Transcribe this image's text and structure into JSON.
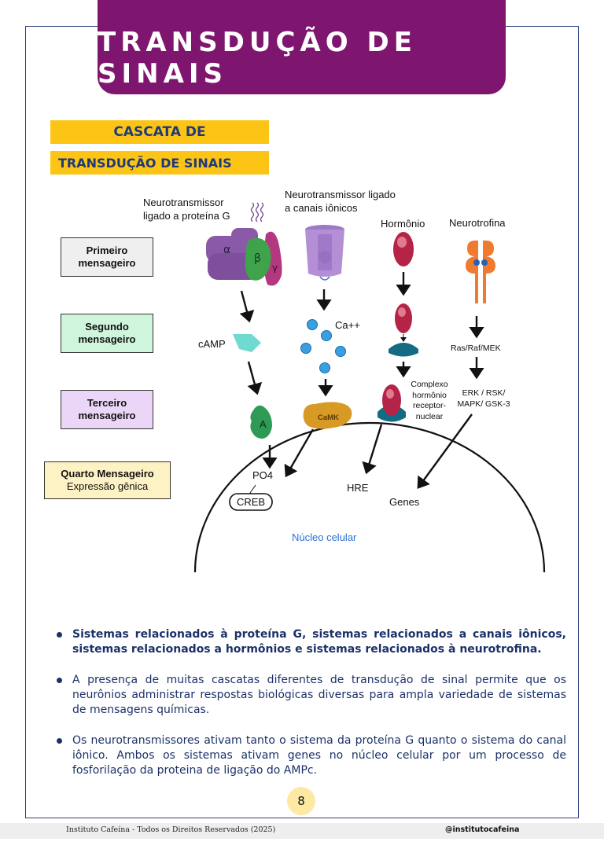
{
  "header": {
    "title": "TRANSDUÇÃO DE SINAIS"
  },
  "section": {
    "line1": "CASCATA DE",
    "line2": "TRANSDUÇÃO DE SINAIS"
  },
  "messengers": {
    "first": "Primeiro mensageiro",
    "second": "Segundo mensageiro",
    "third": "Terceiro mensageiro",
    "fourth_title": "Quarto Mensageiro",
    "fourth_sub": "Expressão gênica"
  },
  "diagram": {
    "col1_title": "Neurotransmissor ligado a proteína G",
    "col2_title": "Neurotransmissor ligado a canais iônicos",
    "col3_title": "Hormônio",
    "col4_title": "Neurotrofina",
    "alpha": "α",
    "beta": "β",
    "gamma": "γ",
    "camp": "cAMP",
    "ca": "Ca++",
    "enzyme_a": "A",
    "camk": "CaMK",
    "ras": "Ras/Raf/MEK",
    "complex": "Complexo hormônio receptor-nuclear",
    "erk": "ERK / RSK/ MAPK/ GSK-3",
    "po4": "PO4",
    "creb": "CREB",
    "hre": "HRE",
    "genes": "Genes",
    "nucleus": "Núcleo celular"
  },
  "bullets": [
    "Sistemas relacionados à proteína G, sistemas relacionados a canais iônicos, sistemas relacionados a hormônios e sistemas relacionados à neurotrofina.",
    "A presença de muitas cascatas diferentes de transdução de sinal permite que os neurônios administrar respostas biológicas diversas para ampla variedade de sistemas de mensagens químicas.",
    "Os neurotransmissores ativam tanto o sistema da proteína  G quanto o sistema  do canal iônico. Ambos os sistemas ativam genes no núcleo celular por um processo de fosforilação da proteina de ligação do AMPc."
  ],
  "page_number": "8",
  "footer": {
    "left": "Instituto Cafeína - Todos os Direitos Reservados (2025)",
    "right": "@institutocafeina"
  },
  "colors": {
    "banner": "#7e1670",
    "section_bar": "#fcc515",
    "g_protein_alpha": "#8a5aa8",
    "g_protein_beta": "#3ea34a",
    "g_protein_gamma": "#b4387f",
    "ion_channel": "#b58fd6",
    "ca_ion": "#3a9fe0",
    "hormone": "#b52447",
    "receptor": "#136b84",
    "neurotrophin": "#f07a2e",
    "camk": "#d79b25",
    "camp": "#6fd9d2"
  }
}
